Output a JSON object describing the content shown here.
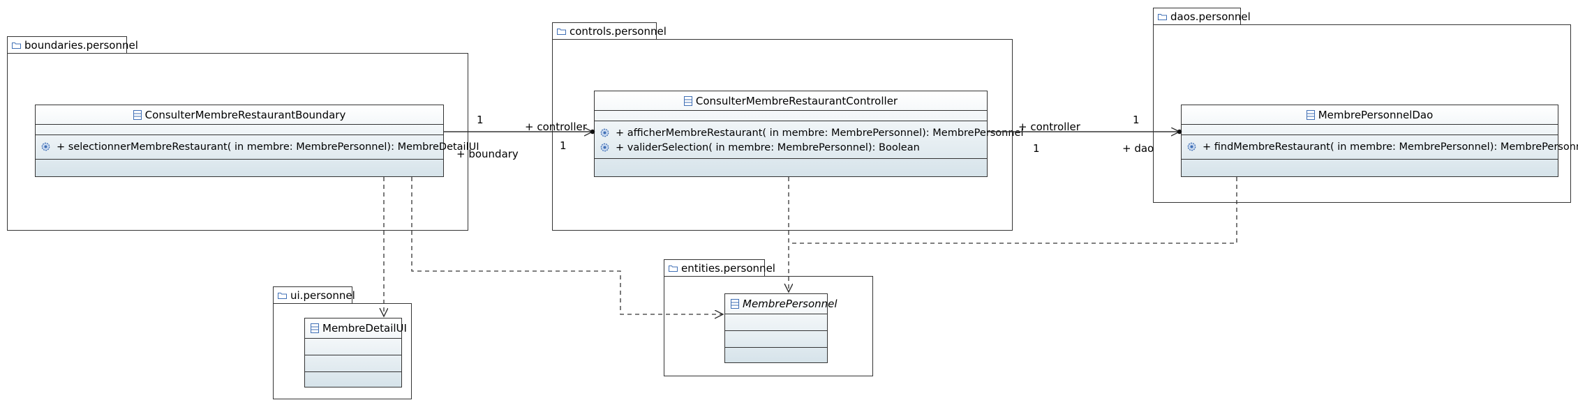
{
  "packages": {
    "boundaries": {
      "name": "boundaries.personnel"
    },
    "controls": {
      "name": "controls.personnel"
    },
    "daos": {
      "name": "daos.personnel"
    },
    "ui": {
      "name": "ui.personnel"
    },
    "entities": {
      "name": "entities.personnel"
    }
  },
  "classes": {
    "boundary": {
      "name": "ConsulterMembreRestaurantBoundary",
      "operations": [
        "+ selectionnerMembreRestaurant(  in membre: MembrePersonnel): MembreDetailUI"
      ]
    },
    "controller": {
      "name": "ConsulterMembreRestaurantController",
      "operations": [
        "+ afficherMembreRestaurant(  in membre: MembrePersonnel): MembrePersonnel",
        "+ validerSelection(  in membre: MembrePersonnel): Boolean"
      ]
    },
    "dao": {
      "name": "MembrePersonnelDao",
      "operations": [
        "+ findMembreRestaurant(  in membre: MembrePersonnel): MembrePersonnel"
      ]
    },
    "detail_ui": {
      "name": "MembreDetailUI",
      "operations": []
    },
    "membre": {
      "name": "MembrePersonnel",
      "operations": []
    }
  },
  "associations": {
    "boundary_controller": {
      "source_multiplicity": "1",
      "source_role": "+ boundary",
      "target_multiplicity": "1",
      "target_role": "+ controller"
    },
    "controller_dao": {
      "source_multiplicity": "1",
      "source_role": "+ controller",
      "target_multiplicity": "1",
      "target_role": "+ dao"
    }
  },
  "colors": {
    "class_gradient_top": "#ffffff",
    "class_gradient_bottom": "#d6e3ea",
    "line": "#333333",
    "icon_blue": "#3f6fb5"
  }
}
